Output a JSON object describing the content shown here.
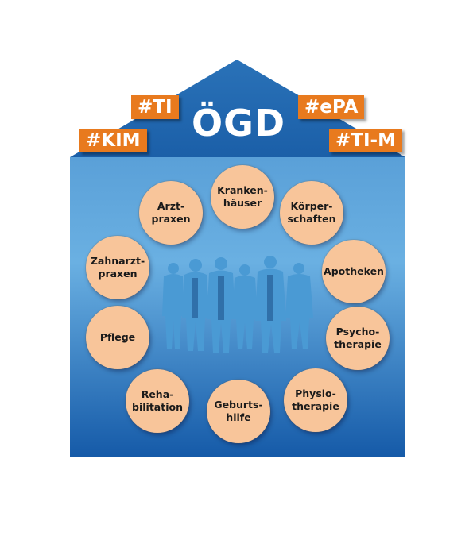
{
  "title": "ÖGD",
  "tags": [
    {
      "id": "ti",
      "label": "#TI"
    },
    {
      "id": "kim",
      "label": "#KIM"
    },
    {
      "id": "epa",
      "label": "#ePA"
    },
    {
      "id": "tim",
      "label": "#TI-M"
    }
  ],
  "circles": [
    {
      "id": "kranken",
      "label": "Kranken-\nhäuser"
    },
    {
      "id": "arzt",
      "label": "Arzt-\npraxen"
    },
    {
      "id": "koerper",
      "label": "Körper-\nschaften"
    },
    {
      "id": "zahnarzt",
      "label": "Zahnarzt-\npraxen"
    },
    {
      "id": "apotheken",
      "label": "Apotheken"
    },
    {
      "id": "pflege",
      "label": "Pflege"
    },
    {
      "id": "psycho",
      "label": "Psycho-\ntherapie"
    },
    {
      "id": "reha",
      "label": "Reha-\nbilitation"
    },
    {
      "id": "geburt",
      "label": "Geburts-\nhilfe"
    },
    {
      "id": "physio",
      "label": "Physio-\ntherapie"
    }
  ],
  "colors": {
    "roof": "#1f64ad",
    "wall_top": "#5aa0d8",
    "wall_bottom": "#155aa8",
    "tag": "#e87a1e",
    "circle": "#f8c59a",
    "people": "#4a9ad4"
  }
}
